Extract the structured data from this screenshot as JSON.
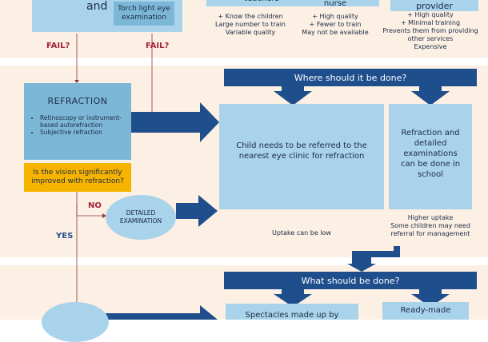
{
  "top": {
    "and": "and",
    "torch": "Torch light eye examination",
    "fail_left": "FAIL?",
    "fail_right": "FAIL?",
    "col1_heading": "teachers",
    "col1_items": [
      "+ Know the children",
      "Large number to train",
      "Variable quality"
    ],
    "col2_heading": "worker or school nurse",
    "col2_items": [
      "+ High quality",
      "+ Fewer to train",
      "May not be available"
    ],
    "col3_heading": "provider",
    "col3_items": [
      "+ High quality",
      "+ Minimal training",
      "Prevents them from providing other services",
      "Expensive"
    ]
  },
  "middle": {
    "refraction_title": "REFRACTION",
    "refraction_items": [
      "Retinoscopy or instrument-based autorefraction",
      "Subjective refraction"
    ],
    "question": "Is the vision significantly improved with refraction?",
    "no": "NO",
    "yes": "YES",
    "detailed": "DETAILED EXAMINATION",
    "where_header": "Where should it be done?",
    "box_left": "Child needs to be referred to the nearest eye clinic for refraction",
    "box_right": "Refraction and detailed examinations can be done in school",
    "note_left": "Uptake can be low",
    "note_right": [
      "Higher uptake",
      "Some children may need referral for management"
    ]
  },
  "bottom": {
    "what_header": "What should be done?",
    "box_left": "Spectacles made up by",
    "box_right": "Ready-made"
  }
}
